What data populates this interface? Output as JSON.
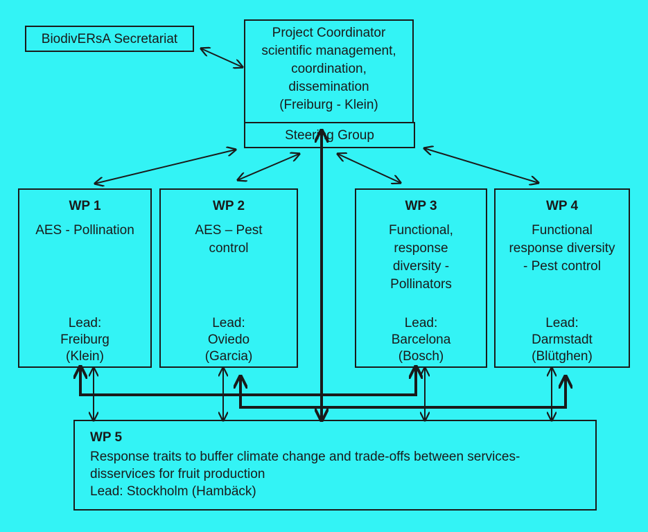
{
  "secretariat": "BiodivERsA Secretariat",
  "coordinator": {
    "lines": [
      "Project Coordinator",
      "scientific management,",
      "coordination,",
      "dissemination",
      "(Freiburg - Klein)"
    ],
    "steering": "Steering Group"
  },
  "wp1": {
    "title": "WP 1",
    "topic": [
      "AES - Pollination"
    ],
    "lead": [
      "Lead:",
      "Freiburg",
      "(Klein)"
    ]
  },
  "wp2": {
    "title": "WP 2",
    "topic": [
      "AES – Pest",
      "control"
    ],
    "lead": [
      "Lead:",
      "Oviedo",
      "(Garcia)"
    ]
  },
  "wp3": {
    "title": "WP 3",
    "topic": [
      "Functional,",
      "response",
      "diversity -",
      "Pollinators"
    ],
    "lead": [
      "Lead:",
      "Barcelona",
      "(Bosch)"
    ]
  },
  "wp4": {
    "title": "WP 4",
    "topic": [
      "Functional",
      "response diversity",
      "- Pest control"
    ],
    "lead": [
      "Lead:",
      "Darmstadt",
      "(Blütghen)"
    ]
  },
  "wp5": {
    "title": "WP 5",
    "lines": [
      "Response traits to buffer climate change and trade-offs between services-",
      "disservices for fruit production",
      "Lead: Stockholm (Hambäck)"
    ]
  }
}
